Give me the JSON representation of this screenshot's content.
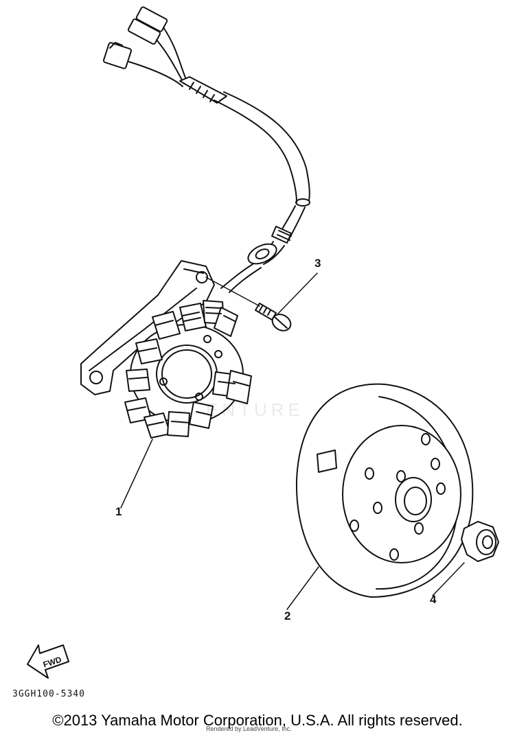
{
  "callouts": [
    {
      "number": "1",
      "part": "stator"
    },
    {
      "number": "2",
      "part": "rotor"
    },
    {
      "number": "3",
      "part": "screw"
    },
    {
      "number": "4",
      "part": "nut"
    }
  ],
  "arrow": {
    "label": "FWD"
  },
  "diagram_code": "3GGH100-5340",
  "copyright": "©2013 Yamaha Motor Corporation, U.S.A. All rights reserved.",
  "rendered_by": "Rendered by LeadVenture, Inc.",
  "watermark": "ENTURE",
  "colors": {
    "line": "#111111",
    "background": "#ffffff"
  }
}
